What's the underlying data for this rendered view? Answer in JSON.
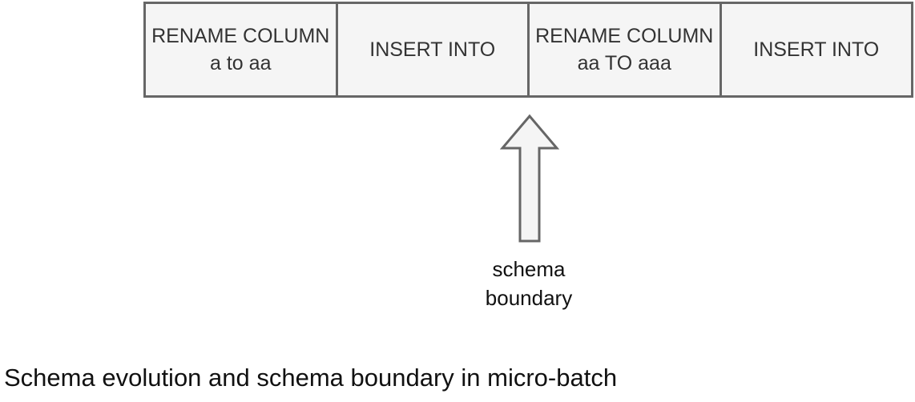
{
  "diagram": {
    "operations": [
      {
        "line1": "RENAME COLUMN",
        "line2": "a to aa"
      },
      {
        "line1": "INSERT INTO",
        "line2": ""
      },
      {
        "line1": "RENAME COLUMN",
        "line2": "aa TO aaa"
      },
      {
        "line1": "INSERT INTO",
        "line2": ""
      }
    ],
    "boundary": {
      "line1": "schema",
      "line2": "boundary"
    },
    "caption": "Schema evolution and schema boundary in micro-batch"
  }
}
